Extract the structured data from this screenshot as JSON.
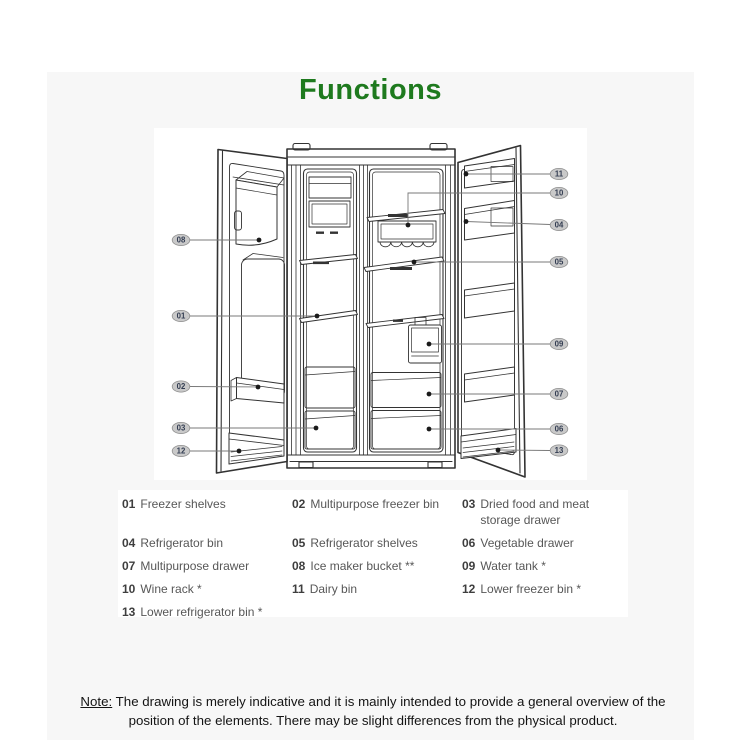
{
  "window": {
    "background": "#ffffff",
    "panel_background": "#f7f7f7"
  },
  "header": {
    "title": "Functions",
    "title_color": "#1e7a1e"
  },
  "diagram": {
    "type": "refrigerator-functions-illustration",
    "callouts": [
      {
        "num": "01"
      },
      {
        "num": "02"
      },
      {
        "num": "03"
      },
      {
        "num": "04"
      },
      {
        "num": "05"
      },
      {
        "num": "06"
      },
      {
        "num": "07"
      },
      {
        "num": "08"
      },
      {
        "num": "09"
      },
      {
        "num": "10"
      },
      {
        "num": "11"
      },
      {
        "num": "12"
      },
      {
        "num": "13"
      }
    ]
  },
  "legend": {
    "items": [
      {
        "num": "01",
        "label": "Freezer shelves"
      },
      {
        "num": "02",
        "label": "Multipurpose freezer bin"
      },
      {
        "num": "03",
        "label": "Dried food and meat storage drawer"
      },
      {
        "num": "04",
        "label": "Refrigerator bin"
      },
      {
        "num": "05",
        "label": "Refrigerator shelves"
      },
      {
        "num": "06",
        "label": "Vegetable drawer"
      },
      {
        "num": "07",
        "label": "Multipurpose drawer"
      },
      {
        "num": "08",
        "label": "Ice maker bucket **"
      },
      {
        "num": "09",
        "label": "Water tank *"
      },
      {
        "num": "10",
        "label": "Wine rack *"
      },
      {
        "num": "11",
        "label": "Dairy bin"
      },
      {
        "num": "12",
        "label": "Lower freezer bin *"
      },
      {
        "num": "13",
        "label": "Lower refrigerator bin *"
      }
    ]
  },
  "note": {
    "label": "Note:",
    "text": "The drawing is merely indicative and it is mainly intended to provide a general overview of the position of the elements. There may be slight differences from the physical product."
  }
}
